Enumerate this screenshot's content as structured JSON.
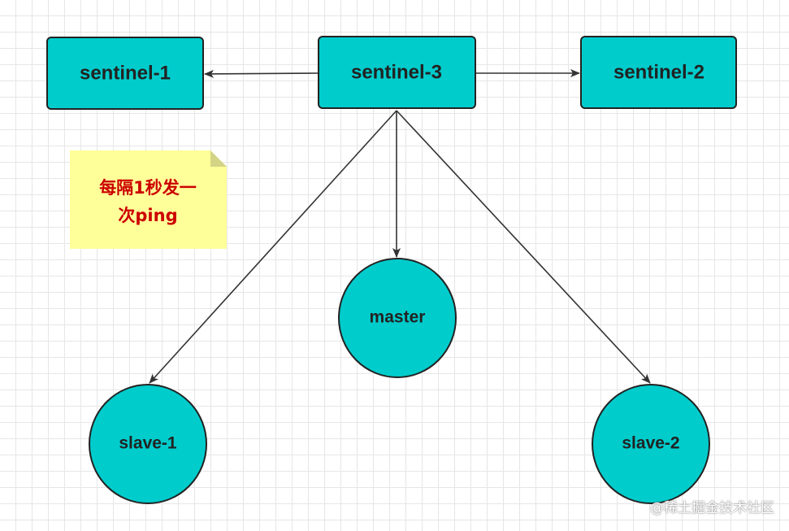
{
  "nodes": {
    "sentinel_1": "sentinel-1",
    "sentinel_2": "sentinel-2",
    "sentinel_3": "sentinel-3",
    "master": "master",
    "slave_1": "slave-1",
    "slave_2": "slave-2"
  },
  "note": {
    "line1": "每隔1秒发一",
    "line2": "次ping"
  },
  "watermark": "@稀土掘金技术社区",
  "colors": {
    "node_fill": "#00cccc",
    "note_fill": "#ffff99",
    "note_text": "#cc0000"
  }
}
